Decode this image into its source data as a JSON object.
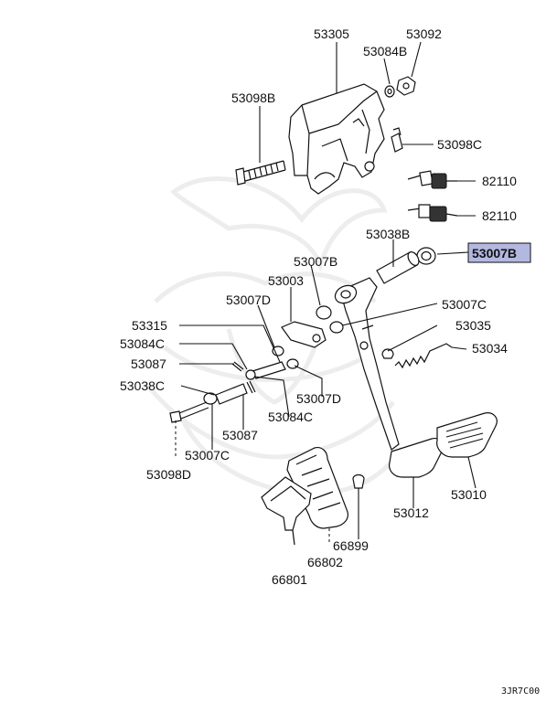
{
  "colors": {
    "highlight": "#b3b8e0",
    "ink": "#111111"
  },
  "drawing_code": "3JR7C00",
  "callouts": {
    "c53305": "53305",
    "c53092": "53092",
    "c53084b": "53084B",
    "c53098b": "53098B",
    "c53098c": "53098C",
    "c82110a": "82110",
    "c82110b": "82110",
    "c53038b": "53038B",
    "c53007b_hl": "53007B",
    "c53007b": "53007B",
    "c53003": "53003",
    "c53007d_top": "53007D",
    "c53007c_r": "53007C",
    "c53315": "53315",
    "c53084c_l": "53084C",
    "c53035": "53035",
    "c53034": "53034",
    "c53087_l": "53087",
    "c53038c": "53038C",
    "c53007d_b": "53007D",
    "c53084c_b": "53084C",
    "c53087_b": "53087",
    "c53007c_b": "53007C",
    "c53098d": "53098D",
    "c53010": "53010",
    "c53012": "53012",
    "c66899": "66899",
    "c66802": "66802",
    "c66801": "66801"
  }
}
